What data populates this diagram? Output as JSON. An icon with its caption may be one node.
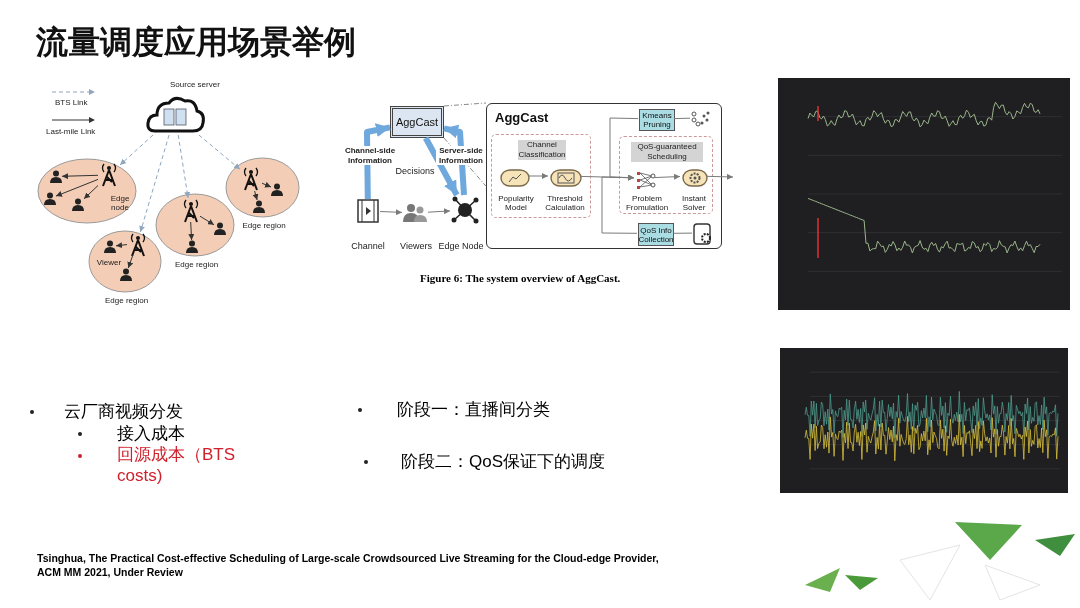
{
  "diagram": {
    "title": "流量调度应用场景举例",
    "nodes": [
      {
        "text": [
          "Source server"
        ]
      },
      {
        "text": [],
        "shape": "ellipse"
      },
      {
        "text": [
          "Edge node"
        ],
        "in": 1
      },
      {
        "text": [],
        "shape": "person",
        "in": 1
      },
      {
        "text": [],
        "shape": "person",
        "in": 1
      },
      {
        "text": [],
        "shape": "person",
        "in": 1
      },
      {
        "text": [],
        "shape": "ellipse",
        "beside": [
          "Edge region"
        ]
      },
      {
        "text": [],
        "shape": "picture",
        "in": 6
      },
      {
        "text": [
          "Viewer"
        ],
        "in": 6
      },
      {
        "text": [],
        "shape": "person",
        "in": 6
      },
      {
        "text": [],
        "shape": "ellipse",
        "beside": [
          "Edge region"
        ]
      },
      {
        "text": [],
        "shape": "picture",
        "in": 10
      },
      {
        "text": [],
        "shape": "person",
        "in": 10
      },
      {
        "text": [],
        "shape": "person",
        "in": 10
      },
      {
        "text": [],
        "shape": "ellipse",
        "beside": [
          "Edge region"
        ]
      },
      {
        "text": [],
        "shape": "picture",
        "in": 14
      },
      {
        "text": [],
        "shape": "person",
        "in": 14
      },
      {
        "text": [],
        "shape": "person",
        "in": 14
      },
      {
        "text": [
          "AggCast"
        ]
      },
      {
        "text": [
          "Channel"
        ]
      },
      {
        "text": [
          "Viewers"
        ]
      },
      {
        "text": [
          "Edge Node"
        ]
      },
      {
        "text": [
          "AggCast"
        ]
      },
      {
        "text": [
          "Kmeans Pruning"
        ],
        "in": 22
      },
      {
        "text": [],
        "shape": "picture",
        "in": 22
      },
      {
        "text": [
          "Channel Classification"
        ],
        "in": 22
      },
      {
        "text": [
          "Popularity Model"
        ],
        "in": 25
      },
      {
        "text": [
          "Threshold Calculation"
        ],
        "in": 25
      },
      {
        "text": [
          "QoS-guaranteed Scheduling"
        ],
        "in": 22
      },
      {
        "text": [
          "Problem Fromulation"
        ],
        "in": 28
      },
      {
        "text": [
          "Instant Solver"
        ],
        "in": 28
      },
      {
        "text": [
          "QoS Info Collection"
        ],
        "in": 22
      },
      {
        "text": [],
        "shape": "picture",
        "in": 22
      }
    ],
    "edges": [
      {
        "from": 0,
        "to": 2,
        "arrow": "to",
        "style": "dashed",
        "color": "#8fa6bc"
      },
      {
        "from": 0,
        "to": 7,
        "arrow": "to",
        "style": "dashed",
        "color": "#8fa6bc"
      },
      {
        "from": 0,
        "to": 11,
        "arrow": "to",
        "style": "dashed",
        "color": "#8fa6bc"
      },
      {
        "from": 0,
        "to": 15,
        "arrow": "to",
        "style": "dashed",
        "color": "#8fa6bc"
      },
      {
        "from": 2,
        "to": 3,
        "arrow": "to"
      },
      {
        "from": 2,
        "to": 4,
        "arrow": "to"
      },
      {
        "from": 2,
        "to": 5,
        "arrow": "to"
      },
      {
        "from": 7,
        "to": 8,
        "arrow": "to"
      },
      {
        "from": 7,
        "to": 9,
        "arrow": "to"
      },
      {
        "from": 11,
        "to": 12,
        "arrow": "to"
      },
      {
        "from": 11,
        "to": 13,
        "arrow": "to"
      },
      {
        "from": 15,
        "to": 16,
        "arrow": "to"
      },
      {
        "from": 15,
        "to": 17,
        "arrow": "to"
      },
      {
        "from": 19,
        "to": 20,
        "arrow": "to",
        "color": "#7a7a7a"
      },
      {
        "from": 20,
        "to": 21,
        "arrow": "to",
        "color": "#7a7a7a"
      },
      {
        "from": 19,
        "to": 18,
        "arrow": "to",
        "label": "Channel-side Information",
        "style": "thick",
        "color": "#6fa8dc"
      },
      {
        "from": 21,
        "to": 18,
        "arrow": "to",
        "label": "Server-side Information",
        "style": "thick",
        "color": "#6fa8dc"
      },
      {
        "from": 18,
        "to": 21,
        "arrow": "to",
        "label": "Decisions",
        "style": "thick",
        "color": "#6fa8dc"
      },
      {
        "from": 26,
        "to": 27,
        "arrow": "to",
        "color": "#7a7a7a"
      },
      {
        "from": 27,
        "to": 29,
        "arrow": "to",
        "color": "#7a7a7a"
      },
      {
        "from": 24,
        "to": 23,
        "arrow": "none",
        "color": "#7a7a7a"
      },
      {
        "from": 23,
        "to": 29,
        "arrow": "to",
        "color": "#7a7a7a"
      },
      {
        "from": 32,
        "to": 31,
        "arrow": "none",
        "color": "#7a7a7a"
      },
      {
        "from": 31,
        "to": 29,
        "arrow": "to",
        "color": "#7a7a7a"
      },
      {
        "from": 29,
        "to": 30,
        "arrow": "to",
        "color": "#7a7a7a"
      },
      {
        "from": 30,
        "to": null,
        "arrow": "to",
        "color": "#7a7a7a"
      },
      {
        "from": 18,
        "to": 22,
        "arrow": "none",
        "style": "dashed",
        "color": "#8a8a8a"
      },
      {
        "from": 18,
        "to": 22,
        "arrow": "none",
        "style": "dashed",
        "color": "#8a8a8a"
      }
    ],
    "labels": [
      "Figure 6: The system overview of AggCast.",
      "云厂商视频分发",
      "接入成本",
      "回源成本（BTS costs)",
      "阶段一：直播间分类",
      "阶段二：QoS保证下的调度",
      "Tsinghua, The Practical Cost-effective Scheduling of Large-scale Crowdsourced Live Streaming for the Cloud-edge Provider, ACM MM 2021, Under Review"
    ],
    "legend": [
      {
        "text": "BTS Link"
      },
      {
        "text": "Last-mile Link"
      }
    ]
  }
}
